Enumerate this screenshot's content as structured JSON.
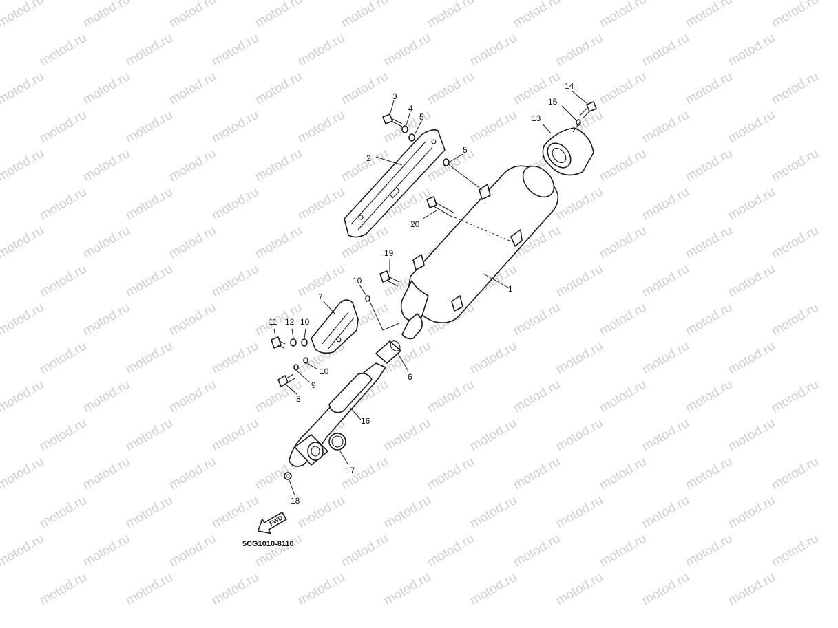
{
  "watermark": {
    "text": "motod.ru",
    "color": "#cfcfcf"
  },
  "diagram": {
    "code": "5CG1010-8110",
    "fwd_label": "FWD"
  },
  "callouts": [
    {
      "id": "c1",
      "label": "1"
    },
    {
      "id": "c2",
      "label": "2"
    },
    {
      "id": "c3",
      "label": "3"
    },
    {
      "id": "c4",
      "label": "4"
    },
    {
      "id": "c5a",
      "label": "5"
    },
    {
      "id": "c5b",
      "label": "5"
    },
    {
      "id": "c6",
      "label": "6"
    },
    {
      "id": "c7",
      "label": "7"
    },
    {
      "id": "c8",
      "label": "8"
    },
    {
      "id": "c9",
      "label": "9"
    },
    {
      "id": "c10a",
      "label": "10"
    },
    {
      "id": "c10b",
      "label": "10"
    },
    {
      "id": "c10c",
      "label": "10"
    },
    {
      "id": "c11",
      "label": "11"
    },
    {
      "id": "c12",
      "label": "12"
    },
    {
      "id": "c13",
      "label": "13"
    },
    {
      "id": "c14",
      "label": "14"
    },
    {
      "id": "c15",
      "label": "15"
    },
    {
      "id": "c16",
      "label": "16"
    },
    {
      "id": "c17",
      "label": "17"
    },
    {
      "id": "c18",
      "label": "18"
    },
    {
      "id": "c19",
      "label": "19"
    },
    {
      "id": "c20",
      "label": "20"
    }
  ]
}
